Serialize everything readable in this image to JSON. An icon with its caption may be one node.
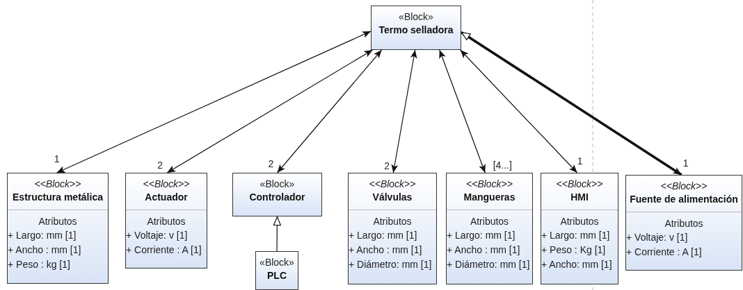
{
  "diagram": {
    "nodes": [
      {
        "text": [
          "«Block»",
          "Termo selladora"
        ]
      },
      {
        "text": [
          "<<Block>>",
          "Estructura metálica",
          "Atributos",
          "+ Largo: mm [1]",
          "+ Ancho : mm [1]",
          "+ Peso : kg [1]"
        ]
      },
      {
        "text": [
          "<<Block>>",
          "Actuador",
          "Atributos",
          "+ Voltaje: v [1]",
          "+ Corriente : A [1]"
        ]
      },
      {
        "text": [
          "«Block»",
          "Controlador"
        ]
      },
      {
        "text": [
          "«Block»",
          "PLC"
        ]
      },
      {
        "text": [
          "<<Block>>",
          "Válvulas",
          "Atributos",
          "+ Largo: mm [1]",
          "+ Ancho : mm [1]",
          "+ Diámetro: mm [1]"
        ]
      },
      {
        "text": [
          "<<Block>>",
          "Mangueras",
          "Atributos",
          "+ Largo: mm [1]",
          "+ Ancho : mm [1]",
          "+ Diámetro: mm [1]"
        ]
      },
      {
        "text": [
          "<<Block>>",
          "HMI",
          "Atributos",
          "+ Largo: mm [1]",
          "+ Peso : Kg [1]",
          "+ Ancho: mm [1]"
        ]
      },
      {
        "text": [
          "<<Block>>",
          "Fuente de alimentación",
          "Atributos",
          "+ Voltaje: v [1]",
          "+ Corriente : A [1]"
        ]
      }
    ],
    "edges": [
      {
        "from": 0,
        "to": 1,
        "arrow": "both",
        "label": "1"
      },
      {
        "from": 0,
        "to": 2,
        "arrow": "both",
        "label": "2"
      },
      {
        "from": 0,
        "to": 3,
        "arrow": "both",
        "label": "2"
      },
      {
        "from": 0,
        "to": 5,
        "arrow": "both",
        "label": "2"
      },
      {
        "from": 0,
        "to": 6,
        "arrow": "both",
        "label": "[4...]"
      },
      {
        "from": 0,
        "to": 7,
        "arrow": "both",
        "label": "1"
      },
      {
        "from": 0,
        "to": 8,
        "arrow": "both",
        "label": "1",
        "style": "thick"
      },
      {
        "from": 4,
        "to": 3,
        "arrow": "to"
      }
    ]
  }
}
